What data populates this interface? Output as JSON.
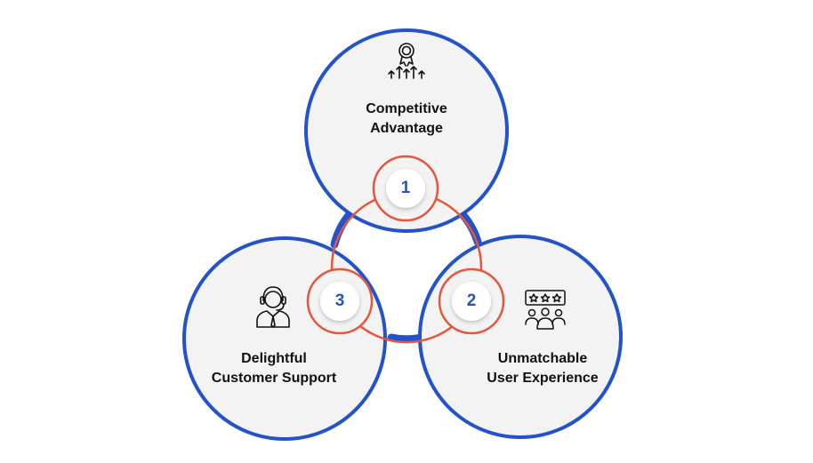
{
  "colors": {
    "blue": "#2453c9",
    "orange": "#e4573a",
    "circle_fill": "#f3f3f3",
    "badge_fill": "#ffffff",
    "text": "#111111"
  },
  "items": [
    {
      "number": "1",
      "title_line1": "Competitive",
      "title_line2": "Advantage",
      "icon": "award-growth-icon"
    },
    {
      "number": "2",
      "title_line1": "Unmatchable",
      "title_line2": "User Experience",
      "icon": "user-rating-icon"
    },
    {
      "number": "3",
      "title_line1": "Delightful",
      "title_line2": "Customer Support",
      "icon": "headset-agent-icon"
    }
  ]
}
